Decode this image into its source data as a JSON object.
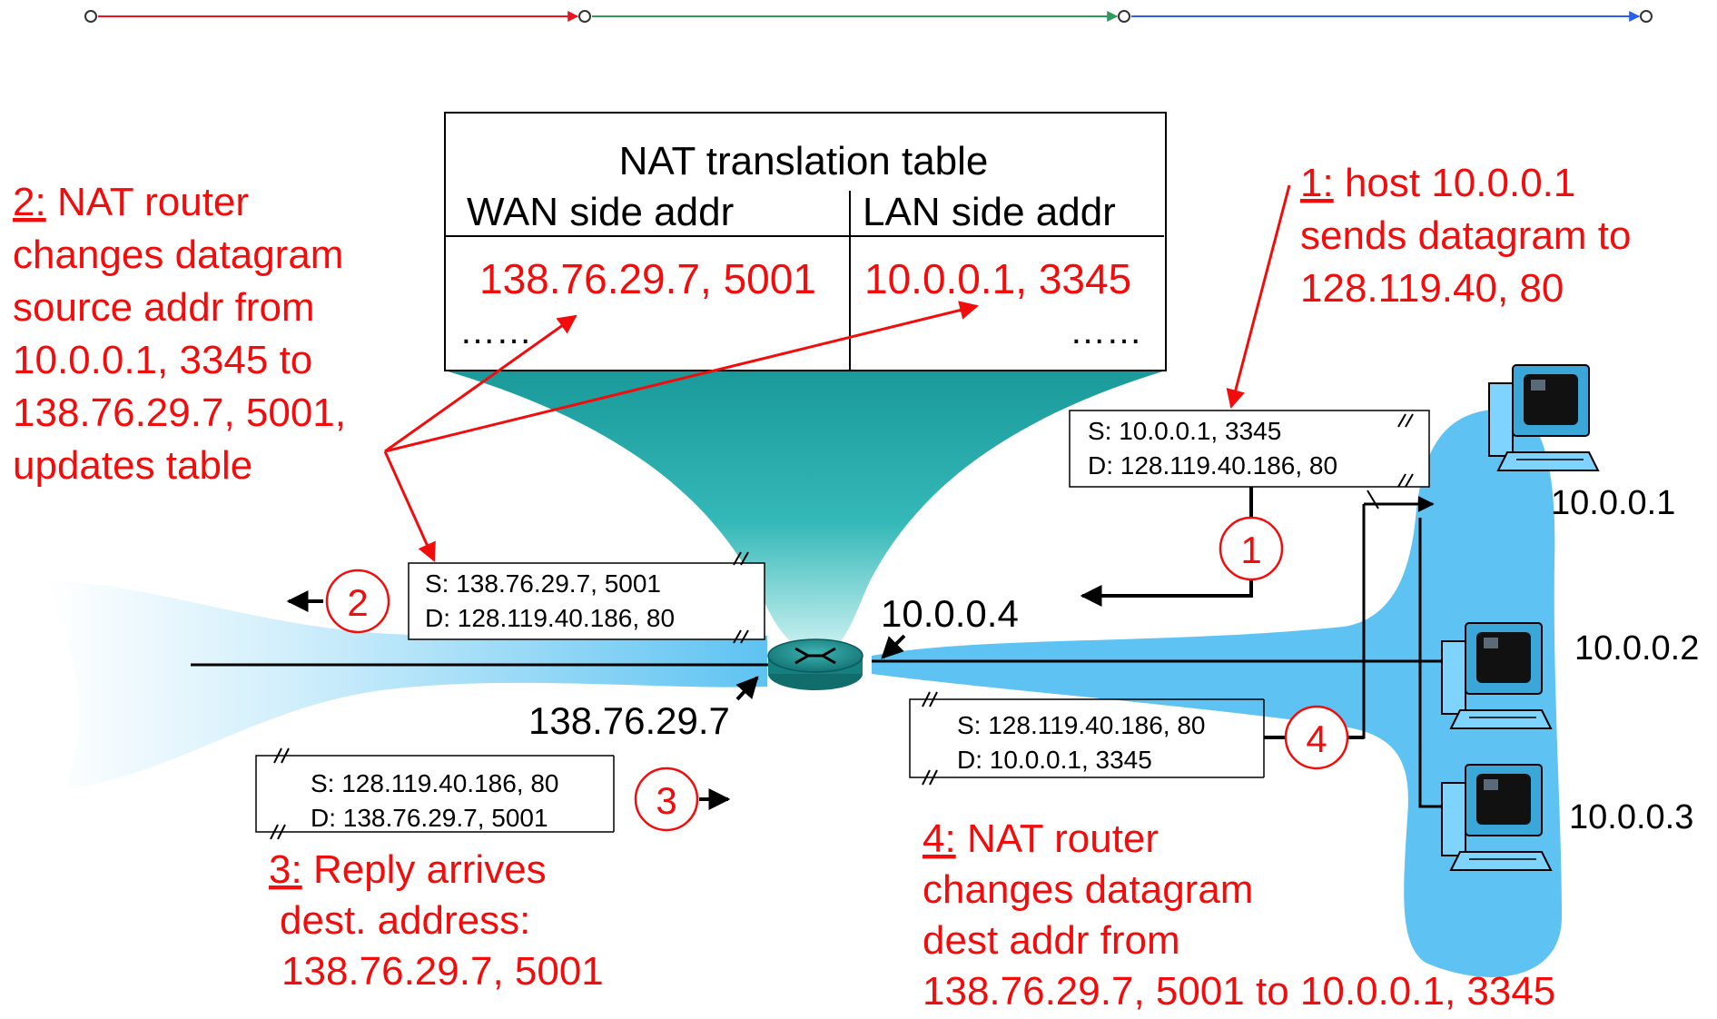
{
  "progress": {
    "segment_colors": [
      "#e8141e",
      "#2e9a5c",
      "#2a5fe6"
    ]
  },
  "nat_table": {
    "title": "NAT translation table",
    "col_wan": "WAN side addr",
    "col_lan": "LAN side addr",
    "wan_value": "138.76.29.7, 5001",
    "lan_value": "10.0.0.1, 3345",
    "more_wan": "……",
    "more_lan": "……"
  },
  "step1": {
    "num": "1:",
    "lines": [
      "host 10.0.0.1",
      "sends datagram to",
      "128.119.40, 80"
    ]
  },
  "step2": {
    "num": "2:",
    "lines": [
      "NAT router",
      "changes datagram",
      "source addr from",
      "10.0.0.1, 3345 to",
      "138.76.29.7, 5001,",
      "updates table"
    ]
  },
  "step3": {
    "num": "3:",
    "lines": [
      "Reply arrives",
      "dest. address:",
      "138.76.29.7, 5001"
    ]
  },
  "step4": {
    "num": "4:",
    "lines": [
      "NAT router",
      "changes datagram",
      "dest addr from",
      "138.76.29.7, 5001 to 10.0.0.1, 3345"
    ]
  },
  "packets": {
    "p1": {
      "src": "S: 10.0.0.1, 3345",
      "dst": "D: 128.119.40.186, 80",
      "badge": "1"
    },
    "p2": {
      "src": "S: 138.76.29.7, 5001",
      "dst": "D: 128.119.40.186, 80",
      "badge": "2"
    },
    "p3": {
      "src": "S: 128.119.40.186, 80",
      "dst": "D: 138.76.29.7, 5001",
      "badge": "3"
    },
    "p4": {
      "src": "S: 128.119.40.186, 80",
      "dst": "D: 10.0.0.1, 3345",
      "badge": "4"
    }
  },
  "addresses": {
    "router_lan": "10.0.0.4",
    "router_wan": "138.76.29.7",
    "host1": "10.0.0.1",
    "host2": "10.0.0.2",
    "host3": "10.0.0.3"
  },
  "colors": {
    "annotation": "#f20d0d",
    "network_cloud": "#5ec3f2",
    "router": "#1a8a8a",
    "funnel": "#1aa0a0"
  }
}
